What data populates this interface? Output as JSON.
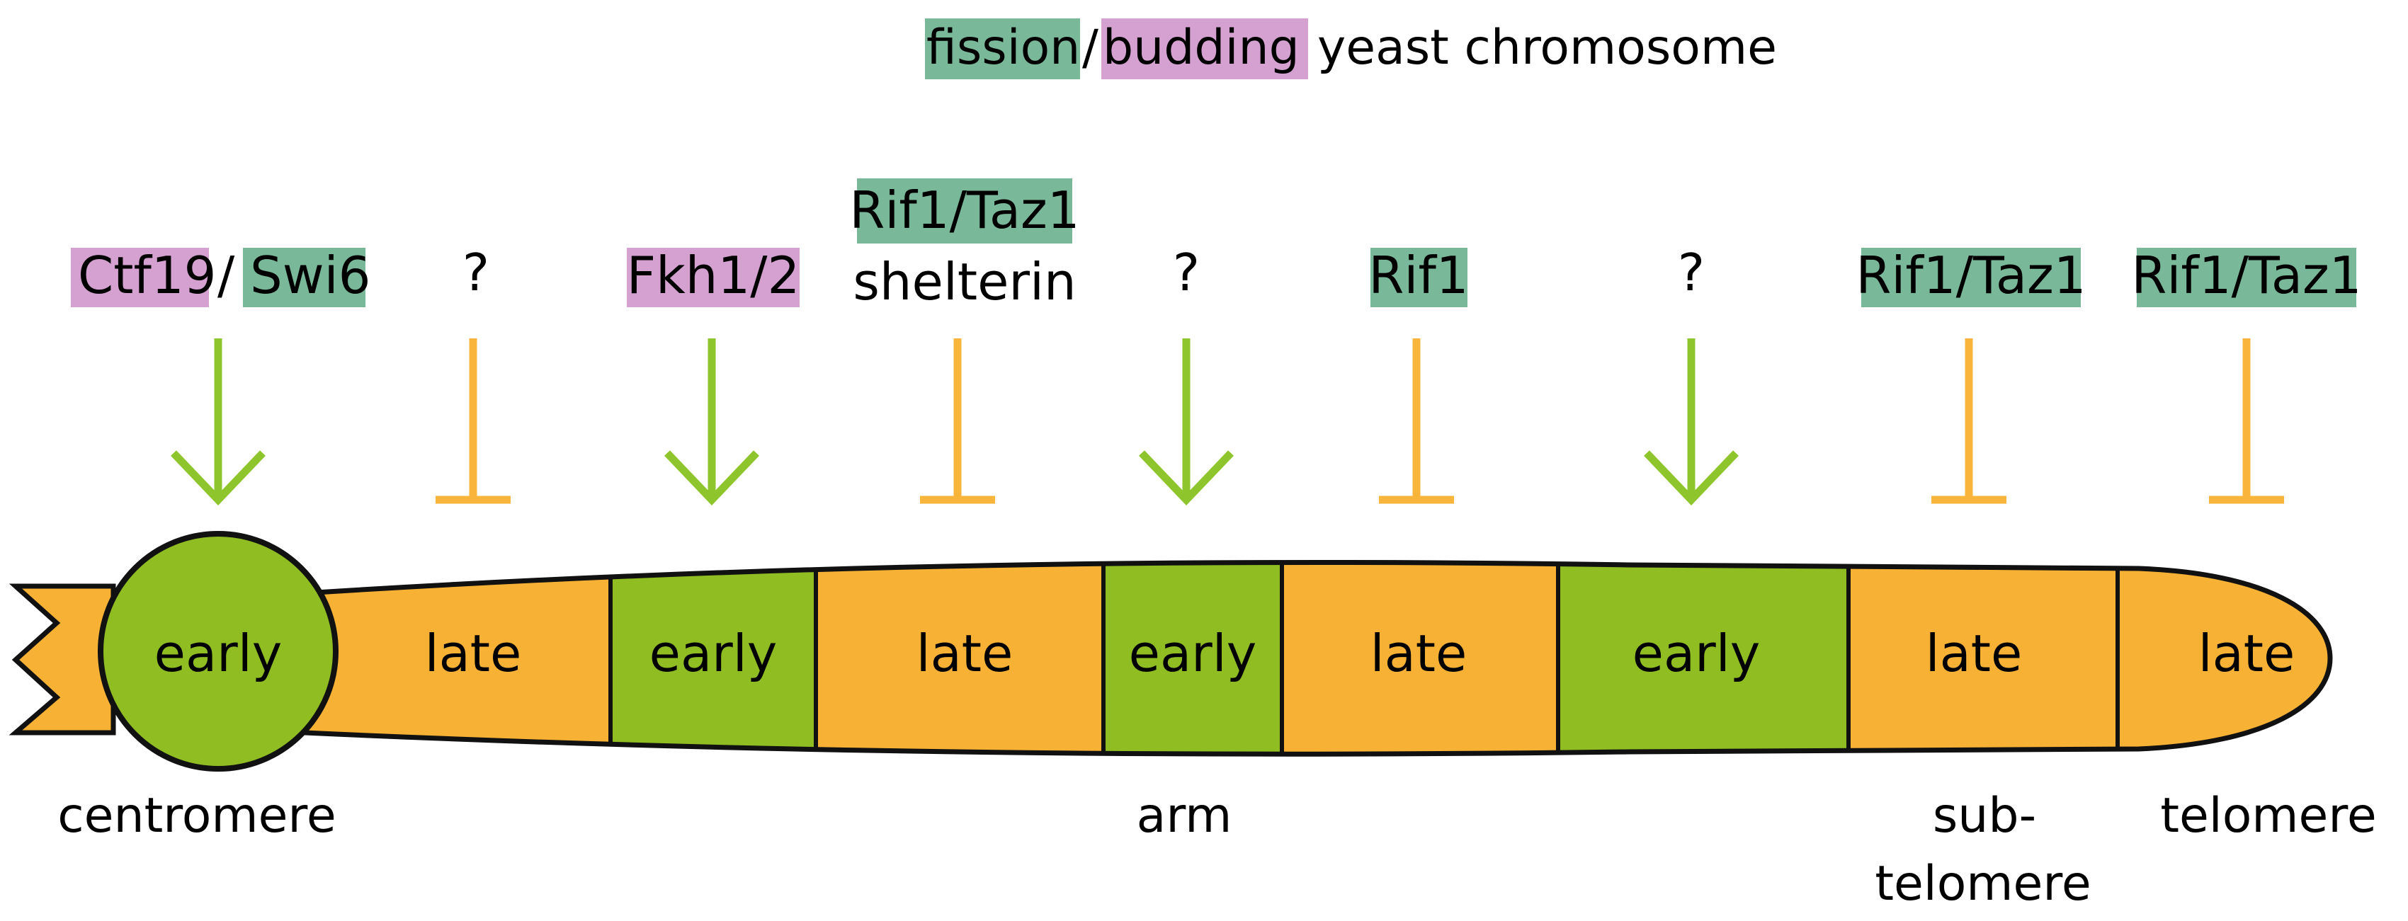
{
  "title": {
    "fission": "fission",
    "sep": "/",
    "budding": "budding",
    "rest": "yeast chromosome"
  },
  "colors": {
    "fission_bg": "#7ab89a",
    "budding_bg": "#d4a1d0",
    "early": "#8fbd22",
    "late": "#f7b235",
    "activator_arrow": "#8fc52c",
    "inhibitor_arrow": "#f9b43b",
    "outline": "#111111"
  },
  "regulators": [
    {
      "budding": "Ctf19",
      "sep": "/",
      "fission": "Swi6",
      "effect": "activates"
    },
    {
      "text": "?",
      "effect": "inhibits"
    },
    {
      "budding": "Fkh1/2",
      "effect": "activates"
    },
    {
      "fission": "Rif1/Taz1",
      "text": "shelterin",
      "effect": "inhibits"
    },
    {
      "text": "?",
      "effect": "activates"
    },
    {
      "fission": "Rif1",
      "effect": "inhibits"
    },
    {
      "text": "?",
      "effect": "activates"
    },
    {
      "fission": "Rif1/Taz1",
      "effect": "inhibits"
    },
    {
      "fission": "Rif1/Taz1",
      "effect": "inhibits"
    }
  ],
  "regions": [
    {
      "label": "early",
      "timing": "early"
    },
    {
      "label": "late",
      "timing": "late"
    },
    {
      "label": "early",
      "timing": "early"
    },
    {
      "label": "late",
      "timing": "late"
    },
    {
      "label": "early",
      "timing": "early"
    },
    {
      "label": "late",
      "timing": "late"
    },
    {
      "label": "early",
      "timing": "early"
    },
    {
      "label": "late",
      "timing": "late"
    },
    {
      "label": "late",
      "timing": "late"
    }
  ],
  "domain_labels": {
    "centromere": "centromere",
    "arm": "arm",
    "subtelomere_1": "sub-",
    "subtelomere_2": "telomere",
    "telomere": "telomere"
  }
}
